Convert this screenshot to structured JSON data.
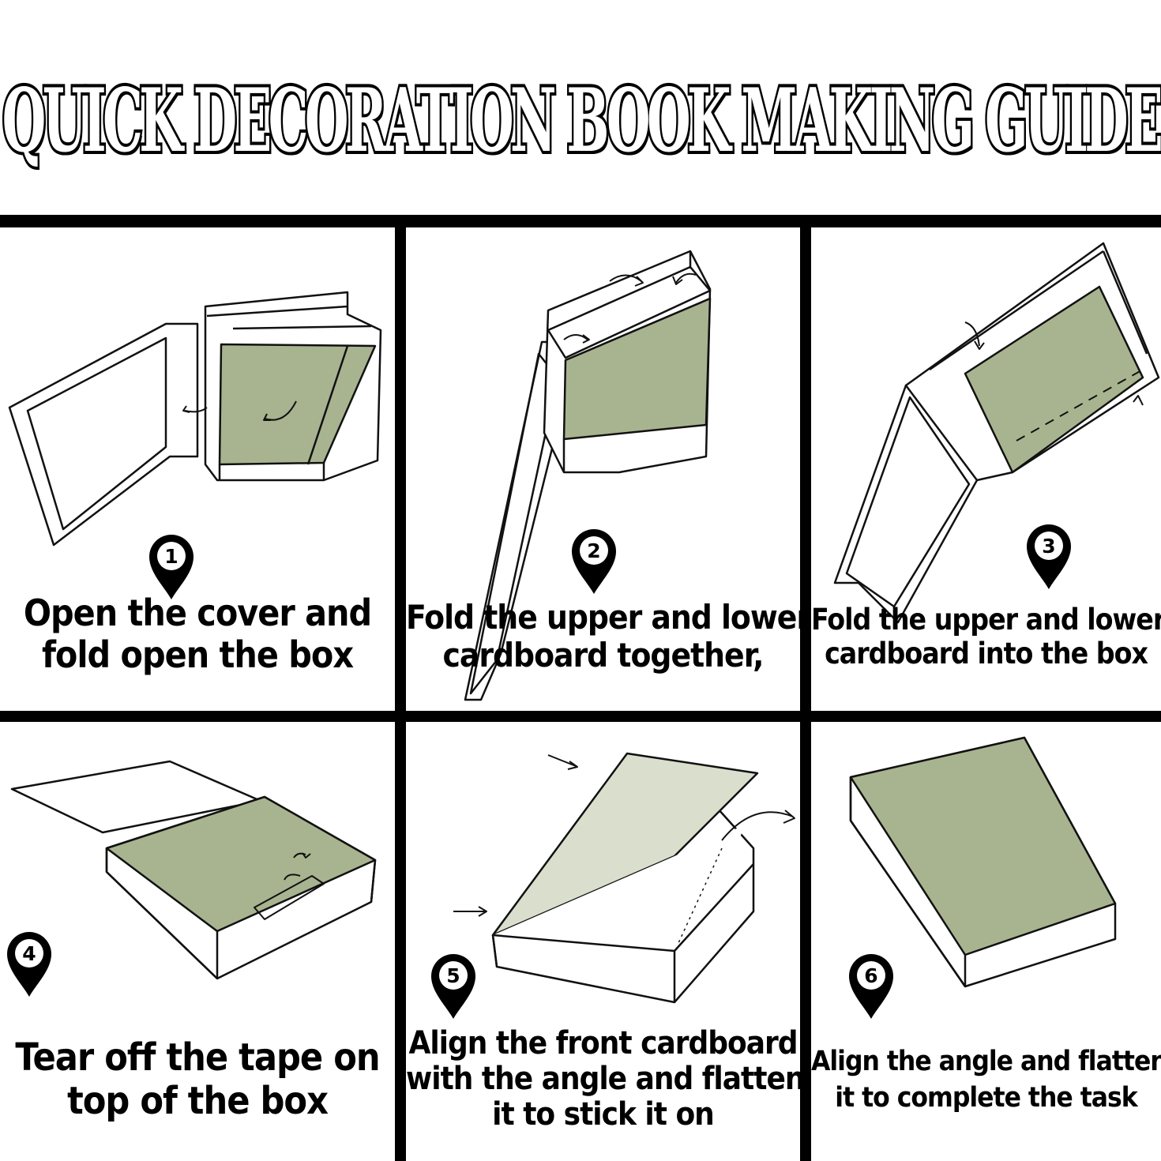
{
  "title": "QUICK DECORATION BOOK MAKING GUIDE",
  "colors": {
    "cover_green": "#a8b48f",
    "line": "#111111",
    "frame": "#000000"
  },
  "steps": [
    {
      "number": "1",
      "line1": "Open the cover and",
      "line2": "fold open the box",
      "line3": ""
    },
    {
      "number": "2",
      "line1": "Fold the upper and lower",
      "line2": "cardboard together,",
      "line3": ""
    },
    {
      "number": "3",
      "line1": "Fold the upper and lower",
      "line2": "cardboard into the box",
      "line3": ""
    },
    {
      "number": "4",
      "line1": "Tear off the tape on",
      "line2": "top of the box",
      "line3": ""
    },
    {
      "number": "5",
      "line1": "Align the front cardboard",
      "line2": "with the angle and flatten",
      "line3": "it to stick it on"
    },
    {
      "number": "6",
      "line1": "Align the angle and flatten",
      "line2": "it to complete the task",
      "line3": ""
    }
  ]
}
